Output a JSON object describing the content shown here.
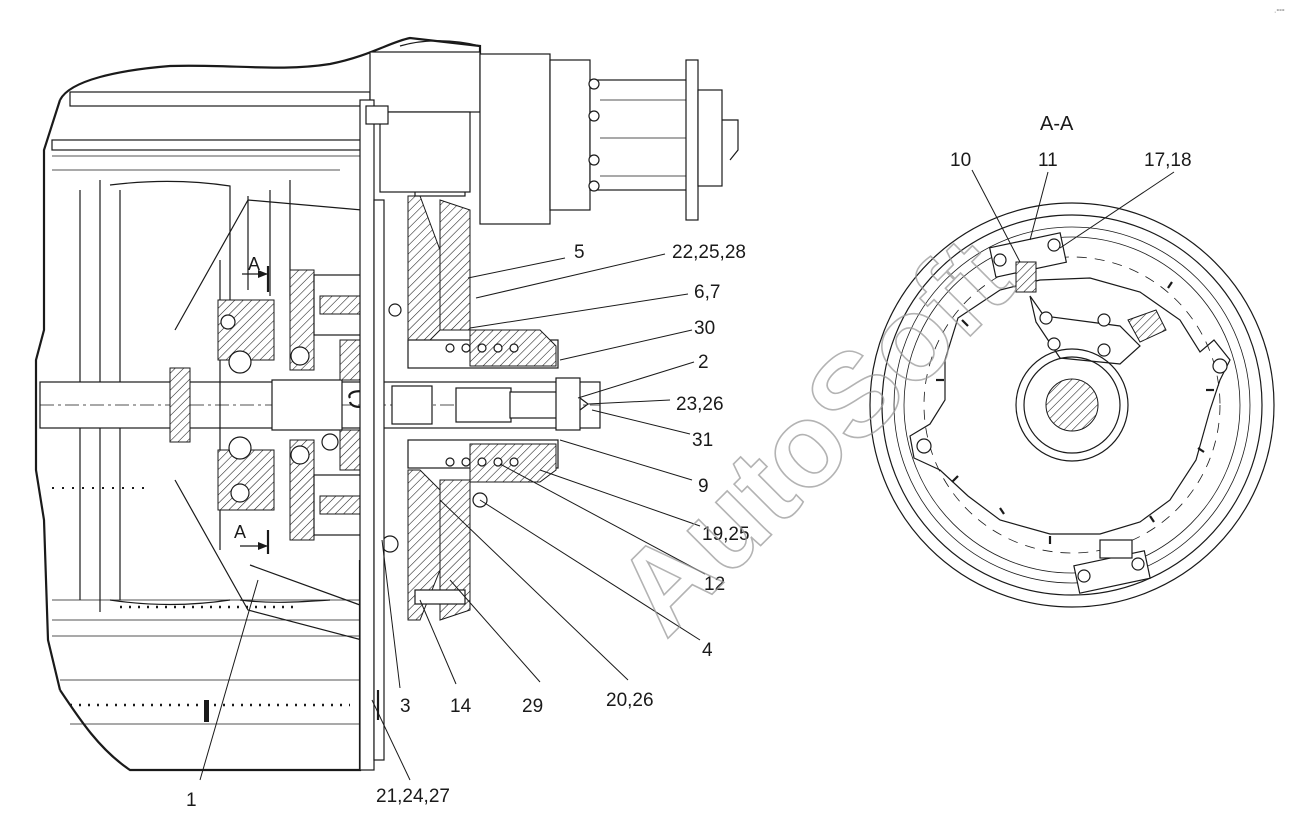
{
  "section_title": "A-A",
  "section_letter": "A",
  "watermark": "AutoSoft",
  "callouts": {
    "c5": "5",
    "c22_25_28": "22,25,28",
    "c6_7": "6,7",
    "c30": "30",
    "c2": "2",
    "c23_26": "23,26",
    "c31": "31",
    "c9": "9",
    "c19_25": "19,25",
    "c12": "12",
    "c4": "4",
    "c3": "3",
    "c14": "14",
    "c29": "29",
    "c20_26": "20,26",
    "c1": "1",
    "c21_24_27": "21,24,27",
    "c10": "10",
    "c11": "11",
    "c17_18": "17,18"
  }
}
